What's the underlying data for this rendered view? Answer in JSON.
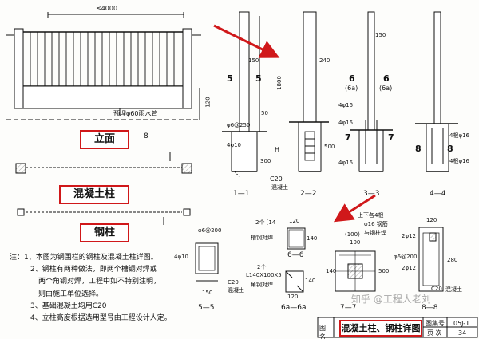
{
  "labels": {
    "elevation": "立面",
    "concrete_column": "混凝土柱",
    "steel_column": "钢柱",
    "span": "≤4000",
    "drain_pipe": "预埋φ60雨水管",
    "mark_8": "8"
  },
  "dimensions": {
    "d150": "150",
    "d240": "240",
    "d1800": "1800",
    "d50": "50",
    "d300": "300",
    "dH": "H",
    "d120": "120",
    "d140": "140",
    "d100": "100",
    "d100b": "(100)",
    "d280": "280",
    "d500": "500",
    "d2": "2",
    "d3": "3",
    "d4": "4",
    "d5": "5",
    "d6": "6",
    "d6a": "(6a)",
    "d7": "7",
    "d8": "8"
  },
  "annotations": {
    "phi6_250": "φ6@250",
    "phi10_4": "4φ10",
    "phi16_4": "4φ16",
    "phi16_4b": "4根φ16",
    "c20_concrete": "C20",
    "concrete": "混凝土",
    "phi6_200": "φ6@200",
    "channel_2c14": "2个 [14",
    "channel_weld": "槽钢对焊",
    "angle_2": "2个",
    "angle_size": "L140X100X5",
    "angle_weld": "角钢对焊",
    "up_down": "上下各4根",
    "phi16_steel": "φ16 钢筋",
    "weld_to_col": "与钢柱焊",
    "phi12_2": "2φ12",
    "phi12_2b": "2φ12",
    "phi6_200b": "φ6@200",
    "c20_b": "C20",
    "concrete_b": "混凝土"
  },
  "sections": [
    "1—1",
    "2—2",
    "3—3",
    "4—4",
    "5—5",
    "6—6",
    "6a—6a",
    "7—7",
    "8—8"
  ],
  "notes": [
    "注：1、本图为钢围栏的钢柱及混凝土柱详图。",
    "2、钢柱有两种做法，即两个槽钢对焊或",
    "两个角钢对焊，工程中如不特别注明，",
    "则由施工单位选择。",
    "3、基础混凝土均用C20",
    "4、立柱高度根据选用型号由工程设计人定。"
  ],
  "title_block": {
    "name_label": "图 名",
    "title": "混凝土柱、钢柱详图",
    "atlas_label": "图集号",
    "atlas_no": "05J-1",
    "page_label": "页 次",
    "page_no": "34"
  },
  "watermark": "知乎 @工程人老刘",
  "colors": {
    "highlight": "#d0181a",
    "line": "#111111"
  }
}
